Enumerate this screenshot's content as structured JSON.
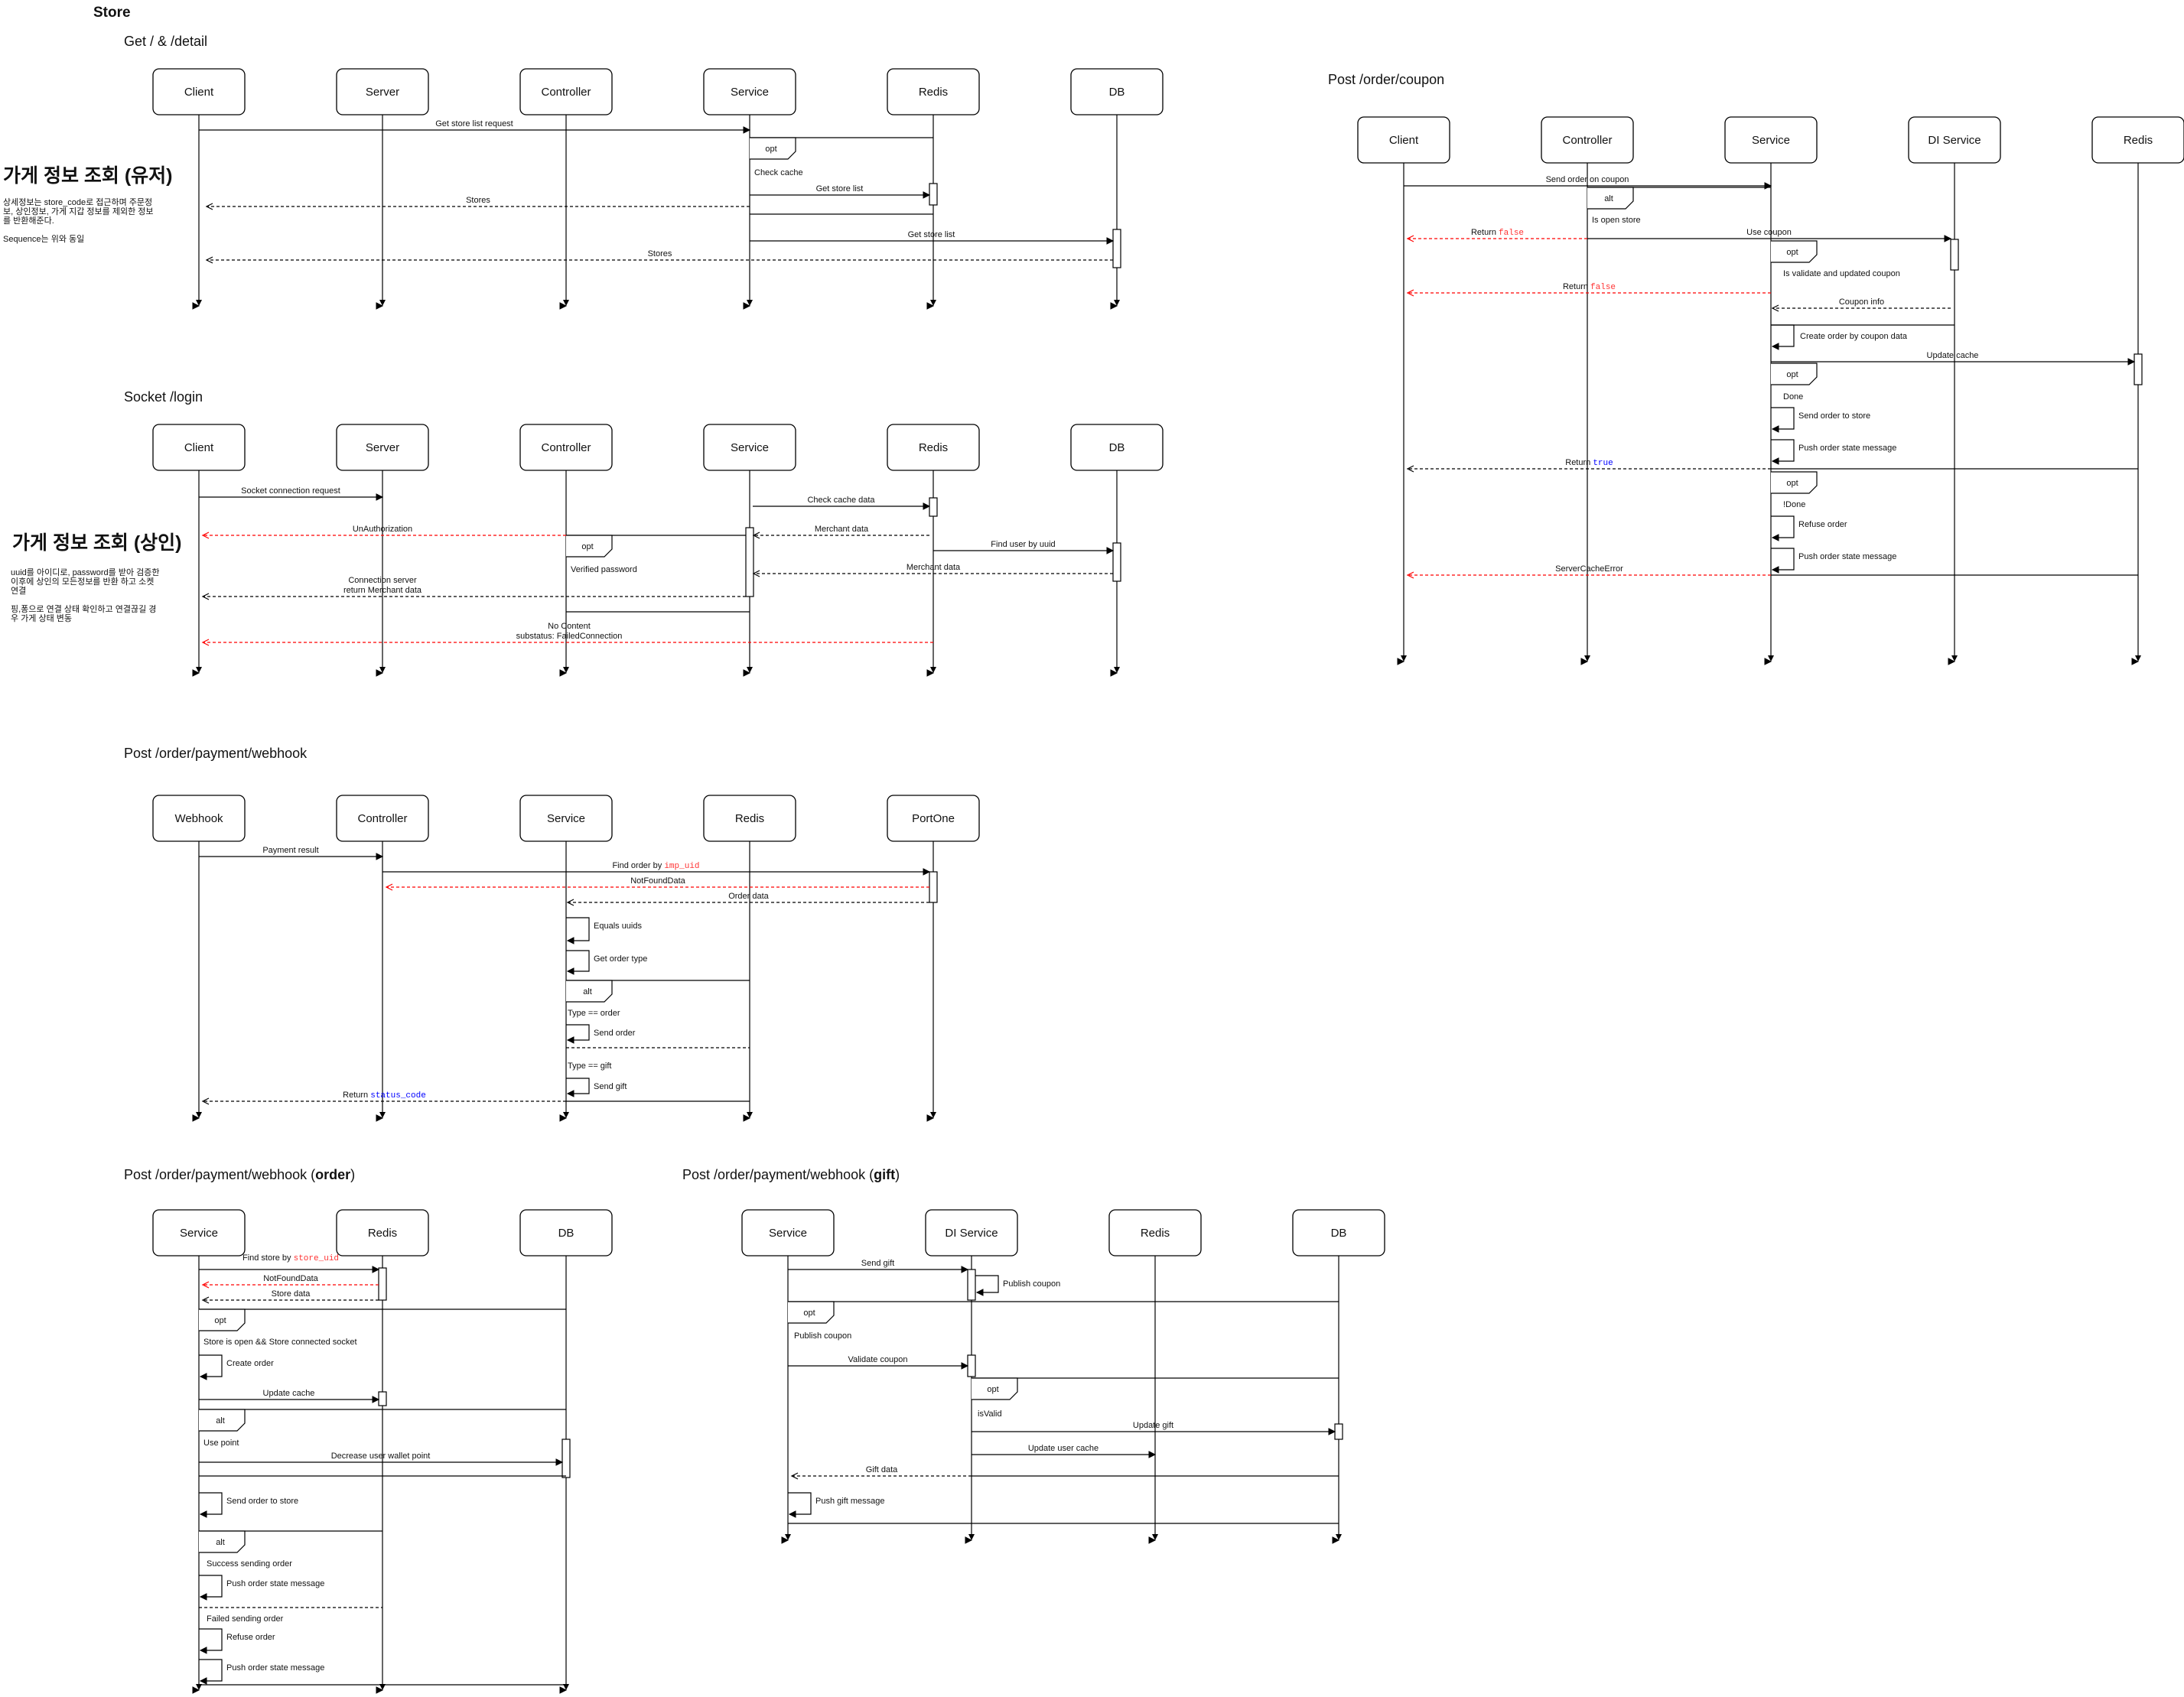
{
  "page_title": "Store",
  "notes": [
    {
      "heading": "가게 정보 조회 (유저)",
      "lines": [
        "상세정보는 store_code로 접근하며 주문정",
        "보, 상인정보, 가게 지갑 정보를 제외한 정보",
        "를 반환해준다.",
        "",
        "Sequence는 위와 동일"
      ]
    },
    {
      "heading": "가게 정보 조회 (상인)",
      "lines": [
        "uuid를 아이디로, password를 받아 검증한",
        "이후에 상인의 모든정보를 반환 하고 소켓",
        "연결",
        "",
        "핑,퐁으로 연결 상태 확인하고 연결끊길 경",
        "우 가게 상태 변동"
      ]
    }
  ],
  "diagrams": [
    {
      "id": "d1",
      "title": "Get / & /detail",
      "participants": [
        "Client",
        "Server",
        "Controller",
        "Service",
        "Redis",
        "DB"
      ],
      "messages": [
        {
          "label": "Get store list request"
        },
        {
          "label": "Get store list"
        },
        {
          "label": "Stores"
        },
        {
          "label": "Get store list"
        },
        {
          "label": "Stores"
        }
      ],
      "fragments": [
        {
          "kind": "opt",
          "guards": [
            "Check cache"
          ]
        }
      ]
    },
    {
      "id": "d2",
      "title": "Socket /login",
      "participants": [
        "Client",
        "Server",
        "Controller",
        "Service",
        "Redis",
        "DB"
      ],
      "messages": [
        {
          "label": "Socket connection request"
        },
        {
          "label": "Check cache data"
        },
        {
          "label": "UnAuthorization"
        },
        {
          "label": "Merchant data"
        },
        {
          "label": "Find user by uuid"
        },
        {
          "label": "Merchant data"
        },
        {
          "label": "Connection server"
        },
        {
          "label": "return Merchant data"
        },
        {
          "label": "No Content"
        },
        {
          "label": "substatus: FailedConnection"
        }
      ],
      "fragments": [
        {
          "kind": "opt",
          "guards": [
            "Verified password"
          ]
        }
      ]
    },
    {
      "id": "d3",
      "title": "Post /order/coupon",
      "participants": [
        "Client",
        "Controller",
        "Service",
        "DI Service",
        "Redis"
      ],
      "messages": [
        {
          "label": "Send order on coupon"
        },
        {
          "label": "Return ",
          "code": "false"
        },
        {
          "label": "Use coupon"
        },
        {
          "label": "Return ",
          "code": "false"
        },
        {
          "label": "Coupon info"
        },
        {
          "label": "Create order by coupon data"
        },
        {
          "label": "Update cache"
        },
        {
          "label": "Send order to store"
        },
        {
          "label": "Push order state message"
        },
        {
          "label": "Return ",
          "code": "true"
        },
        {
          "label": "Refuse order"
        },
        {
          "label": "Push order state message"
        },
        {
          "label": "ServerCacheError"
        }
      ],
      "fragments": [
        {
          "kind": "alt",
          "guards": [
            "Is open store"
          ]
        },
        {
          "kind": "opt",
          "guards": [
            "Is validate and updated coupon"
          ]
        },
        {
          "kind": "opt",
          "guards": [
            "Done"
          ]
        },
        {
          "kind": "opt",
          "guards": [
            "!Done"
          ]
        }
      ]
    },
    {
      "id": "d4",
      "title": "Post /order/payment/webhook",
      "participants": [
        "Webhook",
        "Controller",
        "Service",
        "Redis",
        "PortOne"
      ],
      "messages": [
        {
          "label": "Payment result"
        },
        {
          "label": "Find order by ",
          "code": "imp_uid"
        },
        {
          "label": "NotFoundData"
        },
        {
          "label": "Order data"
        },
        {
          "label": "Equals uuids"
        },
        {
          "label": "Get order type"
        },
        {
          "label": "Send order"
        },
        {
          "label": "Send gift"
        },
        {
          "label": "Return ",
          "code": "status_code"
        }
      ],
      "fragments": [
        {
          "kind": "alt",
          "guards": [
            "Type == order",
            "Type == gift"
          ]
        }
      ]
    },
    {
      "id": "d5",
      "title_prefix": "Post /order/payment/webhook (",
      "title_bold": "order",
      "title_suffix": ")",
      "participants": [
        "Service",
        "Redis",
        "DB"
      ],
      "messages": [
        {
          "label": "Find store by ",
          "code": "store_uid"
        },
        {
          "label": "NotFoundData"
        },
        {
          "label": "Store data"
        },
        {
          "label": "Create order"
        },
        {
          "label": "Update cache"
        },
        {
          "label": "Decrease user wallet point"
        },
        {
          "label": "Send order to store"
        },
        {
          "label": "Push order state message"
        },
        {
          "label": "Refuse order"
        },
        {
          "label": "Push order state message"
        }
      ],
      "fragments": [
        {
          "kind": "opt",
          "guards": [
            "Store is open && Store connected socket"
          ]
        },
        {
          "kind": "alt",
          "guards": [
            "Use point"
          ]
        },
        {
          "kind": "alt",
          "guards": [
            "Success sending order",
            "Failed sending order"
          ]
        }
      ]
    },
    {
      "id": "d6",
      "title_prefix": "Post /order/payment/webhook (",
      "title_bold": "gift",
      "title_suffix": ")",
      "participants": [
        "Service",
        "DI Service",
        "Redis",
        "DB"
      ],
      "messages": [
        {
          "label": "Send gift"
        },
        {
          "label": "Publish coupon"
        },
        {
          "label": "Validate coupon"
        },
        {
          "label": "Update gift"
        },
        {
          "label": "Update user cache"
        },
        {
          "label": "Gift data"
        },
        {
          "label": "Push gift message"
        }
      ],
      "fragments": [
        {
          "kind": "opt",
          "guards": [
            "Publish coupon"
          ]
        },
        {
          "kind": "opt",
          "guards": [
            "isValid"
          ]
        }
      ]
    }
  ],
  "colors": {
    "line": "#000000",
    "error": "#ff0000",
    "code_error": "#ff3333",
    "code_ok": "#0000ff",
    "text": "#111111"
  }
}
